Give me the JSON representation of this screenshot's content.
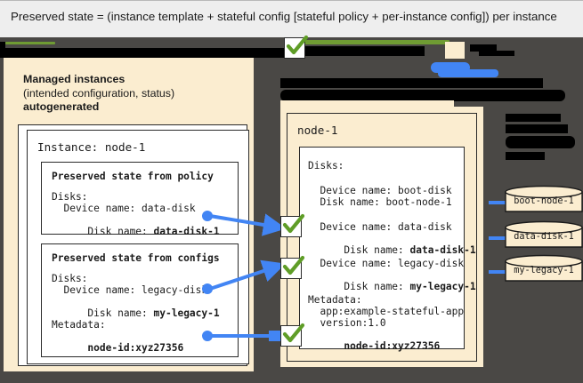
{
  "caption": {
    "text": "Preserved state = (instance template + stateful config [stateful policy + per-instance config]) per instance"
  },
  "left_panel": {
    "title_line1": "Managed instances",
    "title_line2": "(intended configuration, status)",
    "title_line3": "autogenerated",
    "instance_label": "Instance: node-1",
    "preserved_from_policy": {
      "heading": "Preserved state from policy",
      "lines": [
        "Disks:",
        "  Device name: data-disk",
        "  Disk name: "
      ],
      "bold_value": "data-disk-1"
    },
    "preserved_from_configs": {
      "heading": "Preserved state from configs",
      "disks_label": "Disks:",
      "device_line": "  Device name: legacy-disk",
      "disk_name_prefix": "  Disk name: ",
      "disk_name_bold": "my-legacy-1",
      "metadata_label": "Metadata:",
      "metadata_bold": "  node-id:xyz27356"
    }
  },
  "right_panel": {
    "node_label": "node-1",
    "disks_label": "Disks:",
    "boot_device": "  Device name: boot-disk",
    "boot_disk": "  Disk name: boot-node-1",
    "data_device": "  Device name: data-disk",
    "data_disk_prefix": "  Disk name: ",
    "data_disk_bold": "data-disk-1",
    "legacy_device": "  Device name: legacy-disk",
    "legacy_disk_prefix": "  Disk name: ",
    "legacy_disk_bold": "my-legacy-1",
    "metadata_label": "Metadata:",
    "metadata_app": "  app:example-stateful-app",
    "metadata_version": "  version:1.0",
    "metadata_nodeid_bold": "  node-id:xyz27356"
  },
  "disks": [
    {
      "name": "boot-node-1"
    },
    {
      "name": "data-disk-1"
    },
    {
      "name": "my-legacy-1"
    }
  ],
  "colors": {
    "cream": "#fbedd0",
    "dark_bg": "#4a4845",
    "accent_blue": "#4285f4",
    "check_green": "#5f9d27",
    "caption_bg": "#eeeeee",
    "outline": "#2a2a2a"
  },
  "icons": {
    "check": "check-icon",
    "disk": "disk-cylinder-icon"
  }
}
